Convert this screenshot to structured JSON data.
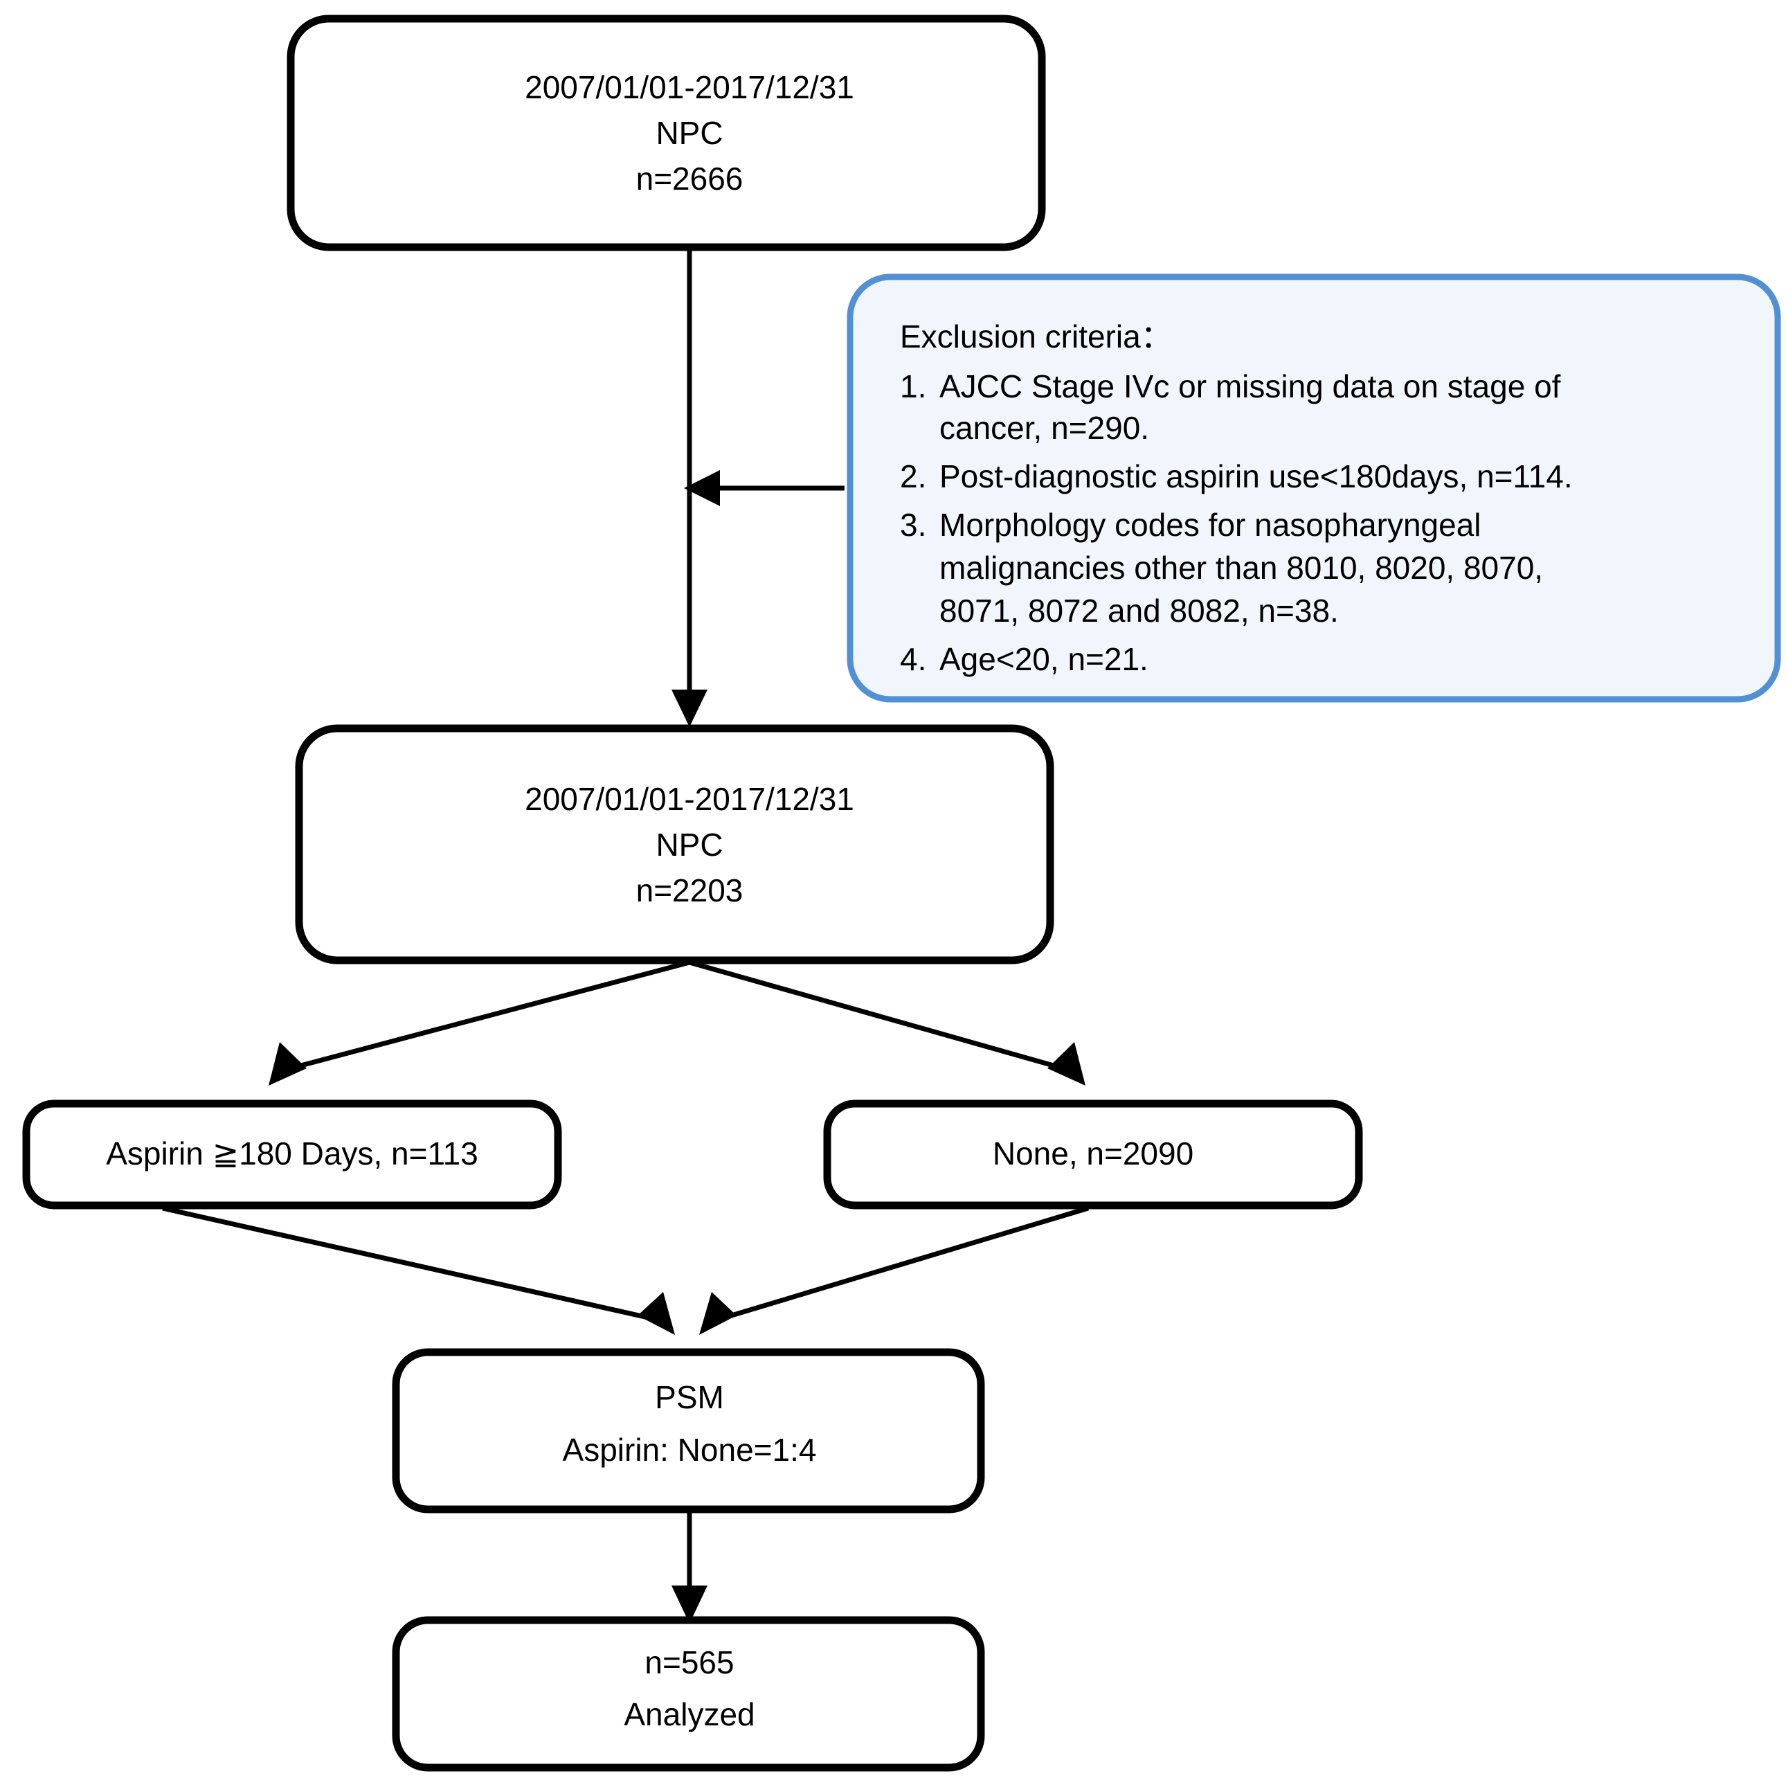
{
  "diagram": {
    "title": "NPC aspirin cohort selection flowchart",
    "colors": {
      "box_border": "#000000",
      "box_fill": "#ffffff",
      "criteria_border": "#5190d4",
      "criteria_fill": "#f1f6fc",
      "connector": "#000000",
      "text": "#000000"
    },
    "nodes": {
      "cohort_initial": {
        "lines": [
          "2007/01/01-2017/12/31",
          "NPC",
          "n=2666"
        ]
      },
      "cohort_after_exclusion": {
        "lines": [
          "2007/01/01-2017/12/31",
          "NPC",
          "n=2203"
        ]
      },
      "aspirin_group": {
        "lines": [
          "Aspirin ≧180 Days, n=113"
        ]
      },
      "none_group": {
        "lines": [
          "None, n=2090"
        ]
      },
      "psm": {
        "lines": [
          "PSM",
          "Aspirin: None=1:4"
        ]
      },
      "analyzed": {
        "lines": [
          "n=565",
          "Analyzed"
        ]
      }
    },
    "exclusion_criteria": {
      "heading": "Exclusion criteria：",
      "items": [
        {
          "marker": "1.",
          "lines": [
            "AJCC Stage IVc or missing data on stage of",
            "cancer, n=290."
          ]
        },
        {
          "marker": "2.",
          "lines": [
            "Post-diagnostic aspirin use<180days, n=114."
          ]
        },
        {
          "marker": "3.",
          "lines": [
            "Morphology codes for nasopharyngeal",
            "malignancies other than 8010, 8020, 8070,",
            "8071, 8072 and 8082, n=38."
          ]
        },
        {
          "marker": "4.",
          "lines": [
            "Age<20, n=21."
          ]
        }
      ]
    },
    "text_runs": {
      "n1_l1": "2007/01/01-2017/12/31",
      "n1_l2": "NPC",
      "n1_l3": "n=2666",
      "n2_l1": "2007/01/01-2017/12/31",
      "n2_l2": "NPC",
      "n2_l3": "n=2203",
      "n3_l1": "Aspirin ≧180 Days, n=113",
      "n4_l1": "None, n=2090",
      "n5_l1": "PSM",
      "n5_l2": "Aspirin: None=1:4",
      "n6_l1": "n=565",
      "n6_l2": "Analyzed",
      "ex_head": "Exclusion criteria：",
      "ex_1_m": "1.",
      "ex_1_a": "AJCC Stage IVc or missing data on stage of",
      "ex_1_b": "cancer, n=290.",
      "ex_2_m": "2.",
      "ex_2_a": "Post-diagnostic aspirin use<180days, n=114.",
      "ex_3_m": "3.",
      "ex_3_a": "Morphology codes for nasopharyngeal",
      "ex_3_b": "malignancies other than 8010, 8020, 8070,",
      "ex_3_c": "8071, 8072 and 8082, n=38.",
      "ex_4_m": "4.",
      "ex_4_a": "Age<20, n=21."
    }
  }
}
